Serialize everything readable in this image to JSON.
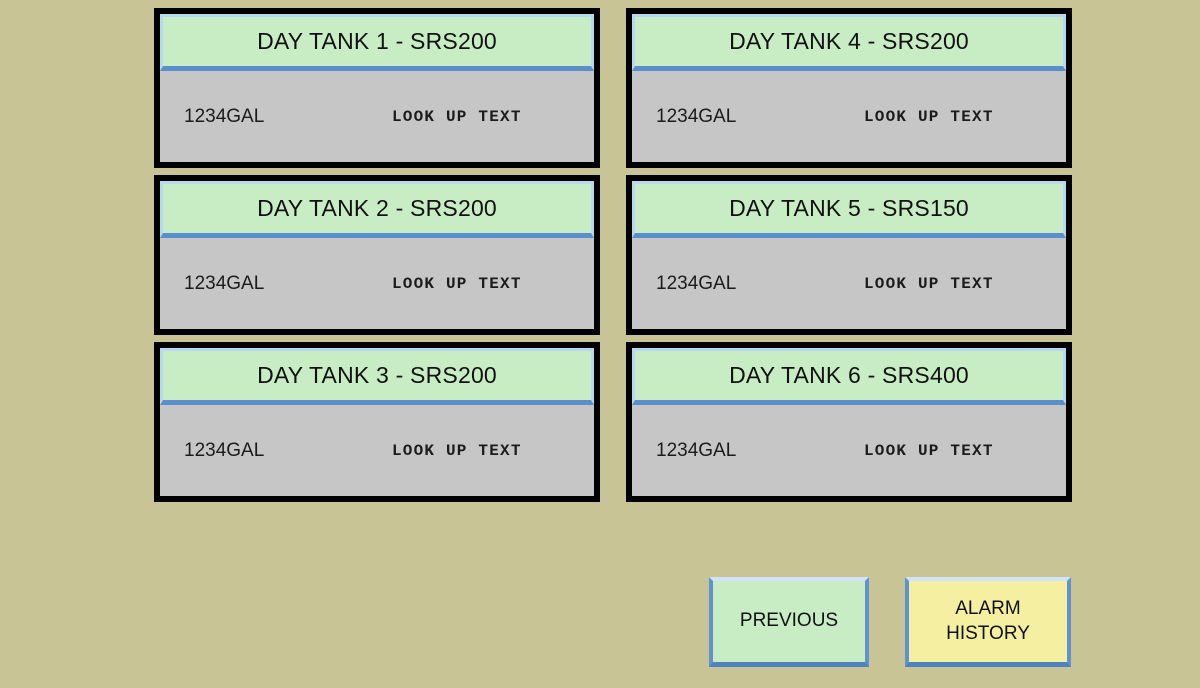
{
  "screen": {
    "background_color": "#c8c496",
    "name": "day-tank-overview"
  },
  "tanks": [
    {
      "title": "DAY TANK 1 - SRS200",
      "tank_number": 1,
      "model": "SRS200",
      "volume": "1234GAL",
      "lookup_text": "LOOK UP TEXT",
      "header_color": "#c8edc4",
      "body_color": "#c6c6c6"
    },
    {
      "title": "DAY TANK 4 - SRS200",
      "tank_number": 4,
      "model": "SRS200",
      "volume": "1234GAL",
      "lookup_text": "LOOK UP TEXT",
      "header_color": "#c8edc4",
      "body_color": "#c6c6c6"
    },
    {
      "title": "DAY TANK 2 - SRS200",
      "tank_number": 2,
      "model": "SRS200",
      "volume": "1234GAL",
      "lookup_text": "LOOK UP TEXT",
      "header_color": "#c8edc4",
      "body_color": "#c6c6c6"
    },
    {
      "title": "DAY TANK 5 - SRS150",
      "tank_number": 5,
      "model": "SRS150",
      "volume": "1234GAL",
      "lookup_text": "LOOK UP TEXT",
      "header_color": "#c8edc4",
      "body_color": "#c6c6c6"
    },
    {
      "title": "DAY TANK 3 - SRS200",
      "tank_number": 3,
      "model": "SRS200",
      "volume": "1234GAL",
      "lookup_text": "LOOK UP TEXT",
      "header_color": "#c8edc4",
      "body_color": "#c6c6c6"
    },
    {
      "title": "DAY TANK 6 - SRS400",
      "tank_number": 6,
      "model": "SRS400",
      "volume": "1234GAL",
      "lookup_text": "LOOK UP TEXT",
      "header_color": "#c8edc4",
      "body_color": "#c6c6c6"
    }
  ],
  "buttons": {
    "previous": {
      "label": "PREVIOUS",
      "fill_color": "#c8edc4"
    },
    "alarm_history": {
      "line1": "ALARM",
      "line2": "HISTORY",
      "fill_color": "#f5efa2"
    }
  }
}
